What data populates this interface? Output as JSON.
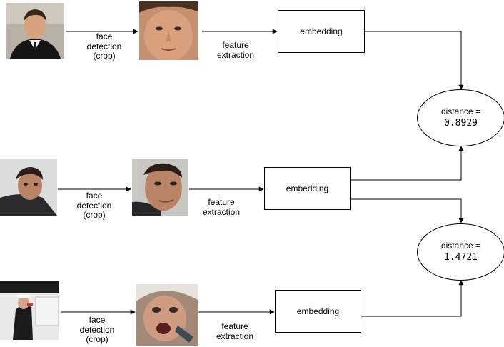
{
  "rows": [
    {
      "detect_label_lines": [
        "face",
        "detection",
        "(crop)"
      ],
      "extract_label_lines": [
        "feature",
        "extraction"
      ],
      "embedding_label": "embedding"
    },
    {
      "detect_label_lines": [
        "face",
        "detection",
        "(crop)"
      ],
      "extract_label_lines": [
        "feature",
        "extraction"
      ],
      "embedding_label": "embedding"
    },
    {
      "detect_label_lines": [
        "face",
        "detection",
        "(crop)"
      ],
      "extract_label_lines": [
        "feature",
        "extraction"
      ],
      "embedding_label": "embedding"
    }
  ],
  "distances": [
    {
      "label": "distance =",
      "value": "0.8929"
    },
    {
      "label": "distance =",
      "value": "1.4721"
    }
  ]
}
